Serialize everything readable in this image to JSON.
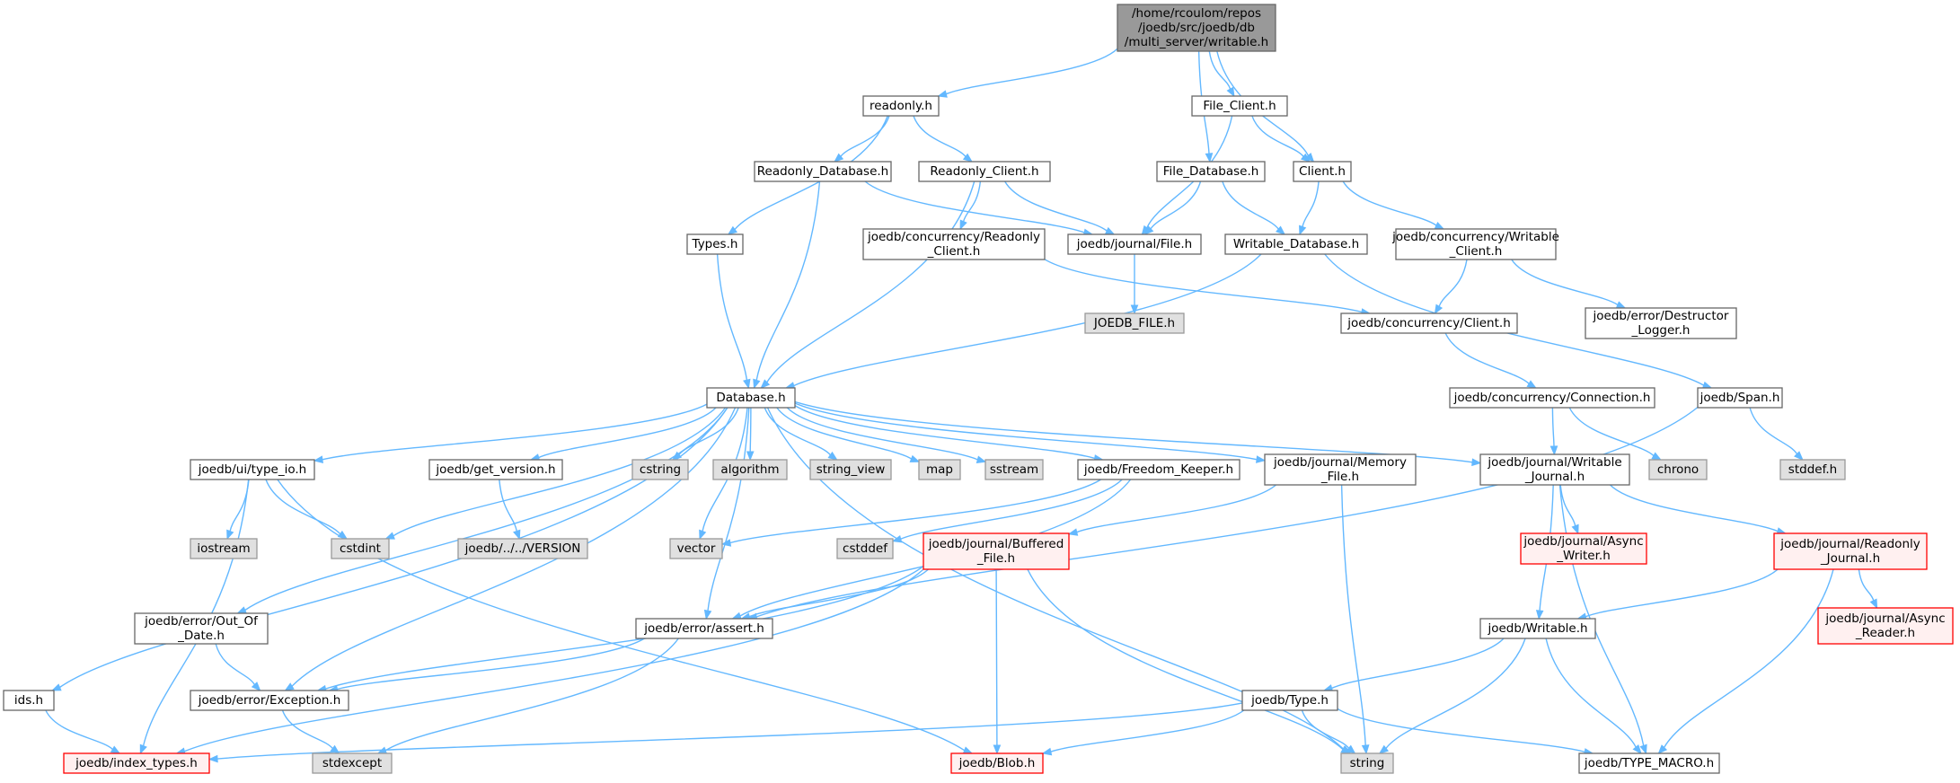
{
  "graph": {
    "colors": {
      "edge": "#63b8ff",
      "root_fill": "#999999",
      "root_border": "#666666",
      "file_fill": "#ffffff",
      "file_border": "#666666",
      "system_fill": "#e0e0e0",
      "system_border": "#999999",
      "truncated_fill": "#fff0f0",
      "truncated_border": "#ff0000"
    },
    "nodes": [
      {
        "id": "root",
        "kind": "root",
        "lines": [
          "/home/rcoulom/repos",
          "/joedb/src/joedb/db",
          "/multi_server/writable.h"
        ]
      },
      {
        "id": "readonly",
        "kind": "file",
        "lines": [
          "readonly.h"
        ]
      },
      {
        "id": "file_client",
        "kind": "file",
        "lines": [
          "File_Client.h"
        ]
      },
      {
        "id": "readonly_database",
        "kind": "file",
        "lines": [
          "Readonly_Database.h"
        ]
      },
      {
        "id": "readonly_client",
        "kind": "file",
        "lines": [
          "Readonly_Client.h"
        ]
      },
      {
        "id": "file_database",
        "kind": "file",
        "lines": [
          "File_Database.h"
        ]
      },
      {
        "id": "client",
        "kind": "file",
        "lines": [
          "Client.h"
        ]
      },
      {
        "id": "types",
        "kind": "file",
        "lines": [
          "Types.h"
        ]
      },
      {
        "id": "conc_readonly_client",
        "kind": "file",
        "lines": [
          "joedb/concurrency/Readonly",
          "_Client.h"
        ]
      },
      {
        "id": "journal_file",
        "kind": "file",
        "lines": [
          "joedb/journal/File.h"
        ]
      },
      {
        "id": "writable_database",
        "kind": "file",
        "lines": [
          "Writable_Database.h"
        ]
      },
      {
        "id": "conc_writable_client",
        "kind": "file",
        "lines": [
          "joedb/concurrency/Writable",
          "_Client.h"
        ]
      },
      {
        "id": "joedb_file",
        "kind": "system",
        "lines": [
          "JOEDB_FILE.h"
        ]
      },
      {
        "id": "conc_client",
        "kind": "file",
        "lines": [
          "joedb/concurrency/Client.h"
        ]
      },
      {
        "id": "destructor_logger",
        "kind": "file",
        "lines": [
          "joedb/error/Destructor",
          "_Logger.h"
        ]
      },
      {
        "id": "database",
        "kind": "file",
        "lines": [
          "Database.h"
        ]
      },
      {
        "id": "conc_connection",
        "kind": "file",
        "lines": [
          "joedb/concurrency/Connection.h"
        ]
      },
      {
        "id": "span",
        "kind": "file",
        "lines": [
          "joedb/Span.h"
        ]
      },
      {
        "id": "type_io",
        "kind": "file",
        "lines": [
          "joedb/ui/type_io.h"
        ]
      },
      {
        "id": "get_version",
        "kind": "file",
        "lines": [
          "joedb/get_version.h"
        ]
      },
      {
        "id": "cstring",
        "kind": "system",
        "lines": [
          "cstring"
        ]
      },
      {
        "id": "algorithm",
        "kind": "system",
        "lines": [
          "algorithm"
        ]
      },
      {
        "id": "string_view",
        "kind": "system",
        "lines": [
          "string_view"
        ]
      },
      {
        "id": "map",
        "kind": "system",
        "lines": [
          "map"
        ]
      },
      {
        "id": "sstream",
        "kind": "system",
        "lines": [
          "sstream"
        ]
      },
      {
        "id": "freedom_keeper",
        "kind": "file",
        "lines": [
          "joedb/Freedom_Keeper.h"
        ]
      },
      {
        "id": "memory_file",
        "kind": "file",
        "lines": [
          "joedb/journal/Memory",
          "_File.h"
        ]
      },
      {
        "id": "writable_journal",
        "kind": "file",
        "lines": [
          "joedb/journal/Writable",
          "_Journal.h"
        ]
      },
      {
        "id": "chrono",
        "kind": "system",
        "lines": [
          "chrono"
        ]
      },
      {
        "id": "stddef",
        "kind": "system",
        "lines": [
          "stddef.h"
        ]
      },
      {
        "id": "iostream",
        "kind": "system",
        "lines": [
          "iostream"
        ]
      },
      {
        "id": "cstdint",
        "kind": "system",
        "lines": [
          "cstdint"
        ]
      },
      {
        "id": "version",
        "kind": "system",
        "lines": [
          "joedb/../../VERSION"
        ]
      },
      {
        "id": "vector",
        "kind": "system",
        "lines": [
          "vector"
        ]
      },
      {
        "id": "cstddef",
        "kind": "system",
        "lines": [
          "cstddef"
        ]
      },
      {
        "id": "buffered_file",
        "kind": "truncated",
        "lines": [
          "joedb/journal/Buffered",
          "_File.h"
        ]
      },
      {
        "id": "async_writer",
        "kind": "truncated",
        "lines": [
          "joedb/journal/Async",
          "_Writer.h"
        ]
      },
      {
        "id": "readonly_journal",
        "kind": "truncated",
        "lines": [
          "joedb/journal/Readonly",
          "_Journal.h"
        ]
      },
      {
        "id": "async_reader",
        "kind": "truncated",
        "lines": [
          "joedb/journal/Async",
          "_Reader.h"
        ]
      },
      {
        "id": "out_of_date",
        "kind": "file",
        "lines": [
          "joedb/error/Out_Of",
          "_Date.h"
        ]
      },
      {
        "id": "assert",
        "kind": "file",
        "lines": [
          "joedb/error/assert.h"
        ]
      },
      {
        "id": "writable",
        "kind": "file",
        "lines": [
          "joedb/Writable.h"
        ]
      },
      {
        "id": "ids",
        "kind": "file",
        "lines": [
          "ids.h"
        ]
      },
      {
        "id": "exception",
        "kind": "file",
        "lines": [
          "joedb/error/Exception.h"
        ]
      },
      {
        "id": "type",
        "kind": "file",
        "lines": [
          "joedb/Type.h"
        ]
      },
      {
        "id": "index_types",
        "kind": "truncated",
        "lines": [
          "joedb/index_types.h"
        ]
      },
      {
        "id": "stdexcept",
        "kind": "system",
        "lines": [
          "stdexcept"
        ]
      },
      {
        "id": "blob",
        "kind": "truncated",
        "lines": [
          "joedb/Blob.h"
        ]
      },
      {
        "id": "string",
        "kind": "system",
        "lines": [
          "string"
        ]
      },
      {
        "id": "type_macro",
        "kind": "file",
        "lines": [
          "joedb/TYPE_MACRO.h"
        ]
      }
    ],
    "edges": [
      [
        "root",
        "readonly"
      ],
      [
        "root",
        "file_client"
      ],
      [
        "root",
        "file_database"
      ],
      [
        "root",
        "client"
      ],
      [
        "readonly",
        "types"
      ],
      [
        "readonly",
        "readonly_database"
      ],
      [
        "readonly",
        "readonly_client"
      ],
      [
        "file_client",
        "journal_file"
      ],
      [
        "file_client",
        "client"
      ],
      [
        "readonly_database",
        "database"
      ],
      [
        "readonly_database",
        "journal_file"
      ],
      [
        "readonly_client",
        "database"
      ],
      [
        "readonly_client",
        "conc_readonly_client"
      ],
      [
        "readonly_client",
        "journal_file"
      ],
      [
        "file_database",
        "journal_file"
      ],
      [
        "file_database",
        "writable_database"
      ],
      [
        "client",
        "writable_database"
      ],
      [
        "client",
        "conc_writable_client"
      ],
      [
        "types",
        "database"
      ],
      [
        "conc_readonly_client",
        "conc_client"
      ],
      [
        "journal_file",
        "joedb_file"
      ],
      [
        "writable_database",
        "database"
      ],
      [
        "writable_database",
        "span"
      ],
      [
        "conc_writable_client",
        "conc_client"
      ],
      [
        "conc_writable_client",
        "destructor_logger"
      ],
      [
        "conc_client",
        "conc_connection"
      ],
      [
        "conc_connection",
        "writable_journal"
      ],
      [
        "conc_connection",
        "chrono"
      ],
      [
        "span",
        "stddef"
      ],
      [
        "span",
        "assert"
      ],
      [
        "database",
        "ids"
      ],
      [
        "database",
        "out_of_date"
      ],
      [
        "database",
        "exception"
      ],
      [
        "database",
        "type_io"
      ],
      [
        "database",
        "cstdint"
      ],
      [
        "database",
        "assert"
      ],
      [
        "database",
        "get_version"
      ],
      [
        "database",
        "vector"
      ],
      [
        "database",
        "cstring"
      ],
      [
        "database",
        "algorithm"
      ],
      [
        "database",
        "string_view"
      ],
      [
        "database",
        "map"
      ],
      [
        "database",
        "sstream"
      ],
      [
        "database",
        "freedom_keeper"
      ],
      [
        "database",
        "memory_file"
      ],
      [
        "database",
        "writable_journal"
      ],
      [
        "database",
        "string"
      ],
      [
        "type_io",
        "iostream"
      ],
      [
        "type_io",
        "cstdint"
      ],
      [
        "type_io",
        "index_types"
      ],
      [
        "type_io",
        "blob"
      ],
      [
        "get_version",
        "version"
      ],
      [
        "freedom_keeper",
        "vector"
      ],
      [
        "freedom_keeper",
        "cstddef"
      ],
      [
        "freedom_keeper",
        "assert"
      ],
      [
        "memory_file",
        "buffered_file"
      ],
      [
        "memory_file",
        "string"
      ],
      [
        "writable_journal",
        "async_writer"
      ],
      [
        "writable_journal",
        "readonly_journal"
      ],
      [
        "writable_journal",
        "writable"
      ],
      [
        "writable_journal",
        "type_macro"
      ],
      [
        "readonly_journal",
        "async_reader"
      ],
      [
        "readonly_journal",
        "writable"
      ],
      [
        "readonly_journal",
        "type_macro"
      ],
      [
        "buffered_file",
        "assert"
      ],
      [
        "buffered_file",
        "exception"
      ],
      [
        "buffered_file",
        "index_types"
      ],
      [
        "buffered_file",
        "blob"
      ],
      [
        "buffered_file",
        "string"
      ],
      [
        "out_of_date",
        "exception"
      ],
      [
        "assert",
        "exception"
      ],
      [
        "assert",
        "stdexcept"
      ],
      [
        "writable",
        "type"
      ],
      [
        "writable",
        "string"
      ],
      [
        "writable",
        "type_macro"
      ],
      [
        "ids",
        "index_types"
      ],
      [
        "exception",
        "stdexcept"
      ],
      [
        "type",
        "index_types"
      ],
      [
        "type",
        "blob"
      ],
      [
        "type",
        "string"
      ],
      [
        "type",
        "type_macro"
      ]
    ]
  }
}
